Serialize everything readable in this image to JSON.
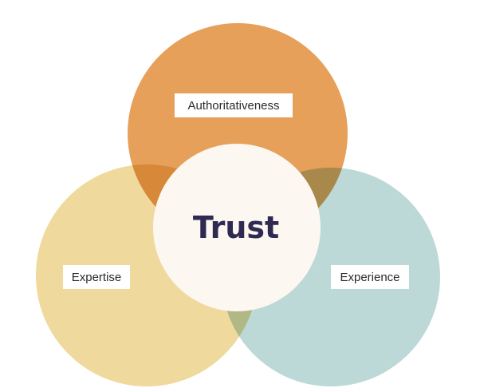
{
  "diagram": {
    "center": {
      "label": "Trust",
      "color": "#fcf7f0"
    },
    "circles": [
      {
        "id": "authoritativeness",
        "label": "Authoritativeness",
        "color": "#e6a05a"
      },
      {
        "id": "expertise",
        "label": "Expertise",
        "color": "#efd99d"
      },
      {
        "id": "experience",
        "label": "Experience",
        "color": "#bcd9d8"
      }
    ]
  }
}
